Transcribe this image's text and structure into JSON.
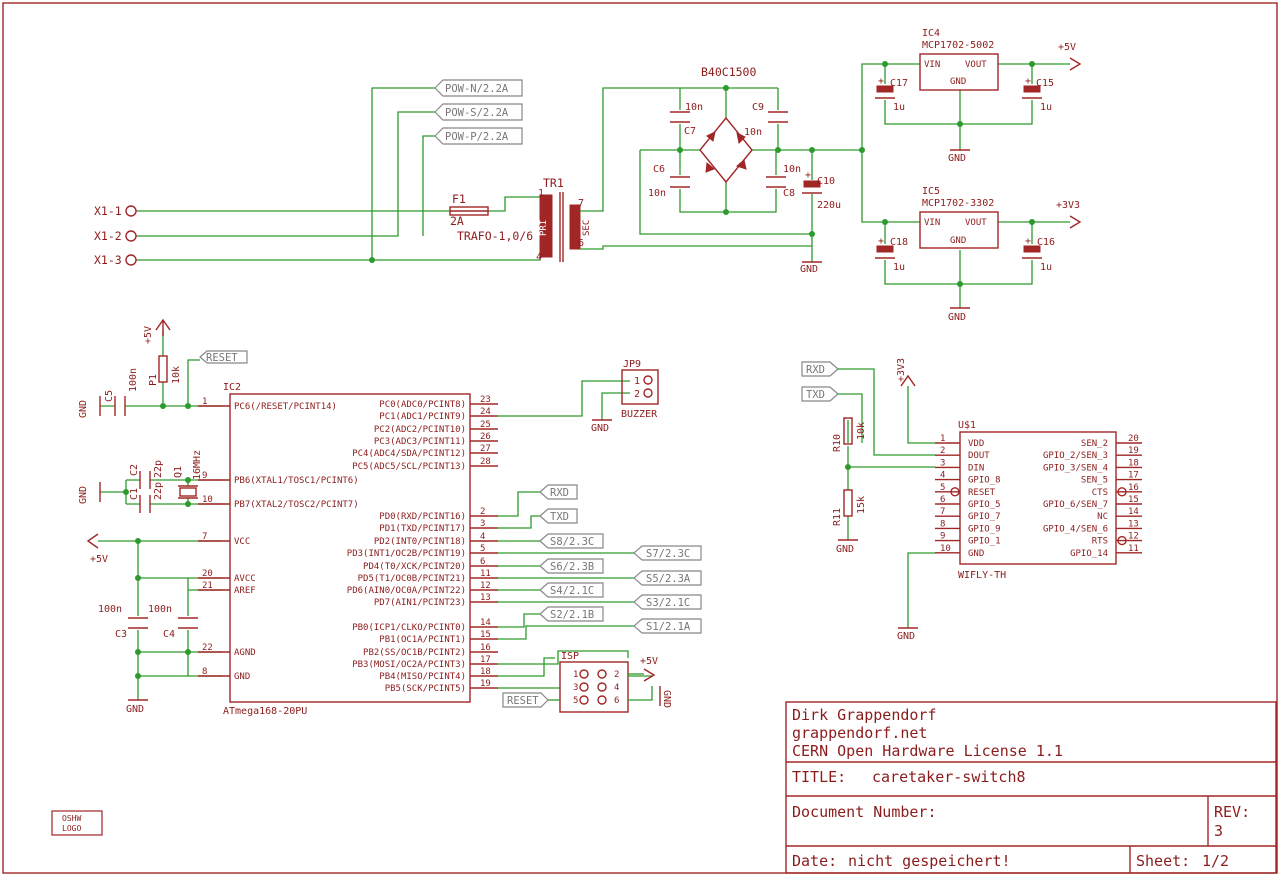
{
  "colors": {
    "wire": "#2d9a2d",
    "part": "#a12626",
    "text": "#8c1c1c",
    "label": "#888888"
  },
  "connectors": [
    "X1-1",
    "X1-2",
    "X1-3"
  ],
  "power_labels": [
    "POW-N/2.2A",
    "POW-S/2.2A",
    "POW-P/2.2A"
  ],
  "fuse": {
    "name": "F1",
    "value": "2A"
  },
  "transformer": {
    "name": "TR1",
    "value": "TRAFO-1,0/6",
    "pri": "PRI",
    "sec": "SEC",
    "pins": [
      "1",
      "4",
      "7",
      "6"
    ]
  },
  "rectifier": "B40C1500",
  "caps": {
    "c7": {
      "name": "C7",
      "value": "10n"
    },
    "c9": {
      "name": "C9",
      "value": "10n"
    },
    "c6": {
      "name": "C6",
      "value": "10n"
    },
    "c8": {
      "name": "C8",
      "value": "10n"
    },
    "c10": {
      "name": "C10",
      "value": "220u"
    },
    "c17": {
      "name": "C17",
      "value": "1u"
    },
    "c15": {
      "name": "C15",
      "value": "1u"
    },
    "c18": {
      "name": "C18",
      "value": "1u"
    },
    "c16": {
      "name": "C16",
      "value": "1u"
    },
    "c5": {
      "name": "C5",
      "value": "100n"
    },
    "c1": {
      "name": "C1",
      "value": "22p"
    },
    "c2": {
      "name": "C2",
      "value": "22p"
    },
    "c3": {
      "name": "C3",
      "value": "100n"
    },
    "c4": {
      "name": "C4",
      "value": "100n"
    }
  },
  "regulators": [
    {
      "name": "IC4",
      "value": "MCP1702-5002",
      "vin": "VIN",
      "vout": "VOUT",
      "gnd": "GND",
      "out": "+5V"
    },
    {
      "name": "IC5",
      "value": "MCP1702-3302",
      "vin": "VIN",
      "vout": "VOUT",
      "gnd": "GND",
      "out": "+3V3"
    }
  ],
  "gnd": "GND",
  "plus5v": "+5V",
  "plus3v3": "+3V3",
  "p1": {
    "name": "P1",
    "value": "10k"
  },
  "reset_label": "RESET",
  "crystal": {
    "name": "Q1",
    "value": "16MHz"
  },
  "mcu": {
    "name": "IC2",
    "value": "ATmega168-20PU",
    "left_pins": [
      {
        "label": "PC6(/RESET/PCINT14)",
        "num": "1"
      },
      {
        "label": "PB6(XTAL1/TOSC1/PCINT6)",
        "num": "9"
      },
      {
        "label": "PB7(XTAL2/TOSC2/PCINT7)",
        "num": "10"
      },
      {
        "label": "VCC",
        "num": "7"
      },
      {
        "label": "AVCC",
        "num": "20"
      },
      {
        "label": "AREF",
        "num": "21"
      },
      {
        "label": "AGND",
        "num": "22"
      },
      {
        "label": "GND",
        "num": "8"
      }
    ],
    "right_pins": [
      {
        "label": "PC0(ADC0/PCINT8)",
        "num": "23"
      },
      {
        "label": "PC1(ADC1/PCINT9)",
        "num": "24"
      },
      {
        "label": "PC2(ADC2/PCINT10)",
        "num": "25"
      },
      {
        "label": "PC3(ADC3/PCINT11)",
        "num": "26"
      },
      {
        "label": "PC4(ADC4/SDA/PCINT12)",
        "num": "27"
      },
      {
        "label": "PC5(ADC5/SCL/PCINT13)",
        "num": "28"
      },
      {
        "label": "PD0(RXD/PCINT16)",
        "num": "2"
      },
      {
        "label": "PD1(TXD/PCINT17)",
        "num": "3"
      },
      {
        "label": "PD2(INT0/PCINT18)",
        "num": "4"
      },
      {
        "label": "PD3(INT1/OC2B/PCINT19)",
        "num": "5"
      },
      {
        "label": "PD4(T0/XCK/PCINT20)",
        "num": "6"
      },
      {
        "label": "PD5(T1/OC0B/PCINT21)",
        "num": "11"
      },
      {
        "label": "PD6(AIN0/OC0A/PCINT22)",
        "num": "12"
      },
      {
        "label": "PD7(AIN1/PCINT23)",
        "num": "13"
      },
      {
        "label": "PB0(ICP1/CLKO/PCINT0)",
        "num": "14"
      },
      {
        "label": "PB1(OC1A/PCINT1)",
        "num": "15"
      },
      {
        "label": "PB2(SS/OC1B/PCINT2)",
        "num": "16"
      },
      {
        "label": "PB3(MOSI/OC2A/PCINT3)",
        "num": "17"
      },
      {
        "label": "PB4(MISO/PCINT4)",
        "num": "18"
      },
      {
        "label": "PB5(SCK/PCINT5)",
        "num": "19"
      }
    ]
  },
  "jp9": {
    "name": "JP9",
    "value": "BUZZER",
    "pins": [
      "1",
      "2"
    ]
  },
  "net_labels": {
    "rxd": "RXD",
    "txd": "TXD",
    "s8": "S8/2.3C",
    "s7": "S7/2.3C",
    "s6": "S6/2.3B",
    "s5": "S5/2.3A",
    "s4": "S4/2.1C",
    "s3": "S3/2.1C",
    "s2": "S2/2.1B",
    "s1": "S1/2.1A"
  },
  "isp": {
    "name": "ISP",
    "pins": [
      "1",
      "2",
      "3",
      "4",
      "5",
      "6"
    ]
  },
  "r10": {
    "name": "R10",
    "value": "10k"
  },
  "r11": {
    "name": "R11",
    "value": "15k"
  },
  "wifly": {
    "name": "U$1",
    "value": "WIFLY-TH",
    "left_pins": [
      {
        "label": "VDD",
        "num": "1"
      },
      {
        "label": "DOUT",
        "num": "2"
      },
      {
        "label": "DIN",
        "num": "3"
      },
      {
        "label": "GPIO_8",
        "num": "4"
      },
      {
        "label": "RESET",
        "num": "5"
      },
      {
        "label": "GPIO_5",
        "num": "6"
      },
      {
        "label": "GPIO_7",
        "num": "7"
      },
      {
        "label": "GPIO_9",
        "num": "8"
      },
      {
        "label": "GPIO_1",
        "num": "9"
      },
      {
        "label": "GND",
        "num": "10"
      }
    ],
    "right_pins": [
      {
        "label": "SEN_2",
        "num": "20"
      },
      {
        "label": "GPIO_2/SEN_3",
        "num": "19"
      },
      {
        "label": "GPIO_3/SEN_4",
        "num": "18"
      },
      {
        "label": "SEN_5",
        "num": "17"
      },
      {
        "label": "CTS",
        "num": "16"
      },
      {
        "label": "GPIO_6/SEN_7",
        "num": "15"
      },
      {
        "label": "NC",
        "num": "14"
      },
      {
        "label": "GPIO_4/SEN_6",
        "num": "13"
      },
      {
        "label": "RTS",
        "num": "12"
      },
      {
        "label": "GPIO_14",
        "num": "11"
      }
    ]
  },
  "oshw_logo": [
    "OSHW",
    "LOGO"
  ],
  "title_block": {
    "author": "Dirk Grappendorf",
    "site": "grappendorf.net",
    "license": "CERN Open Hardware License 1.1",
    "title_label": "TITLE:",
    "title": "caretaker-switch8",
    "doc_label": "Document Number:",
    "rev_label": "REV:",
    "rev": "3",
    "date_label": "Date:",
    "date": "nicht gespeichert!",
    "sheet_label": "Sheet:",
    "sheet": "1/2"
  }
}
